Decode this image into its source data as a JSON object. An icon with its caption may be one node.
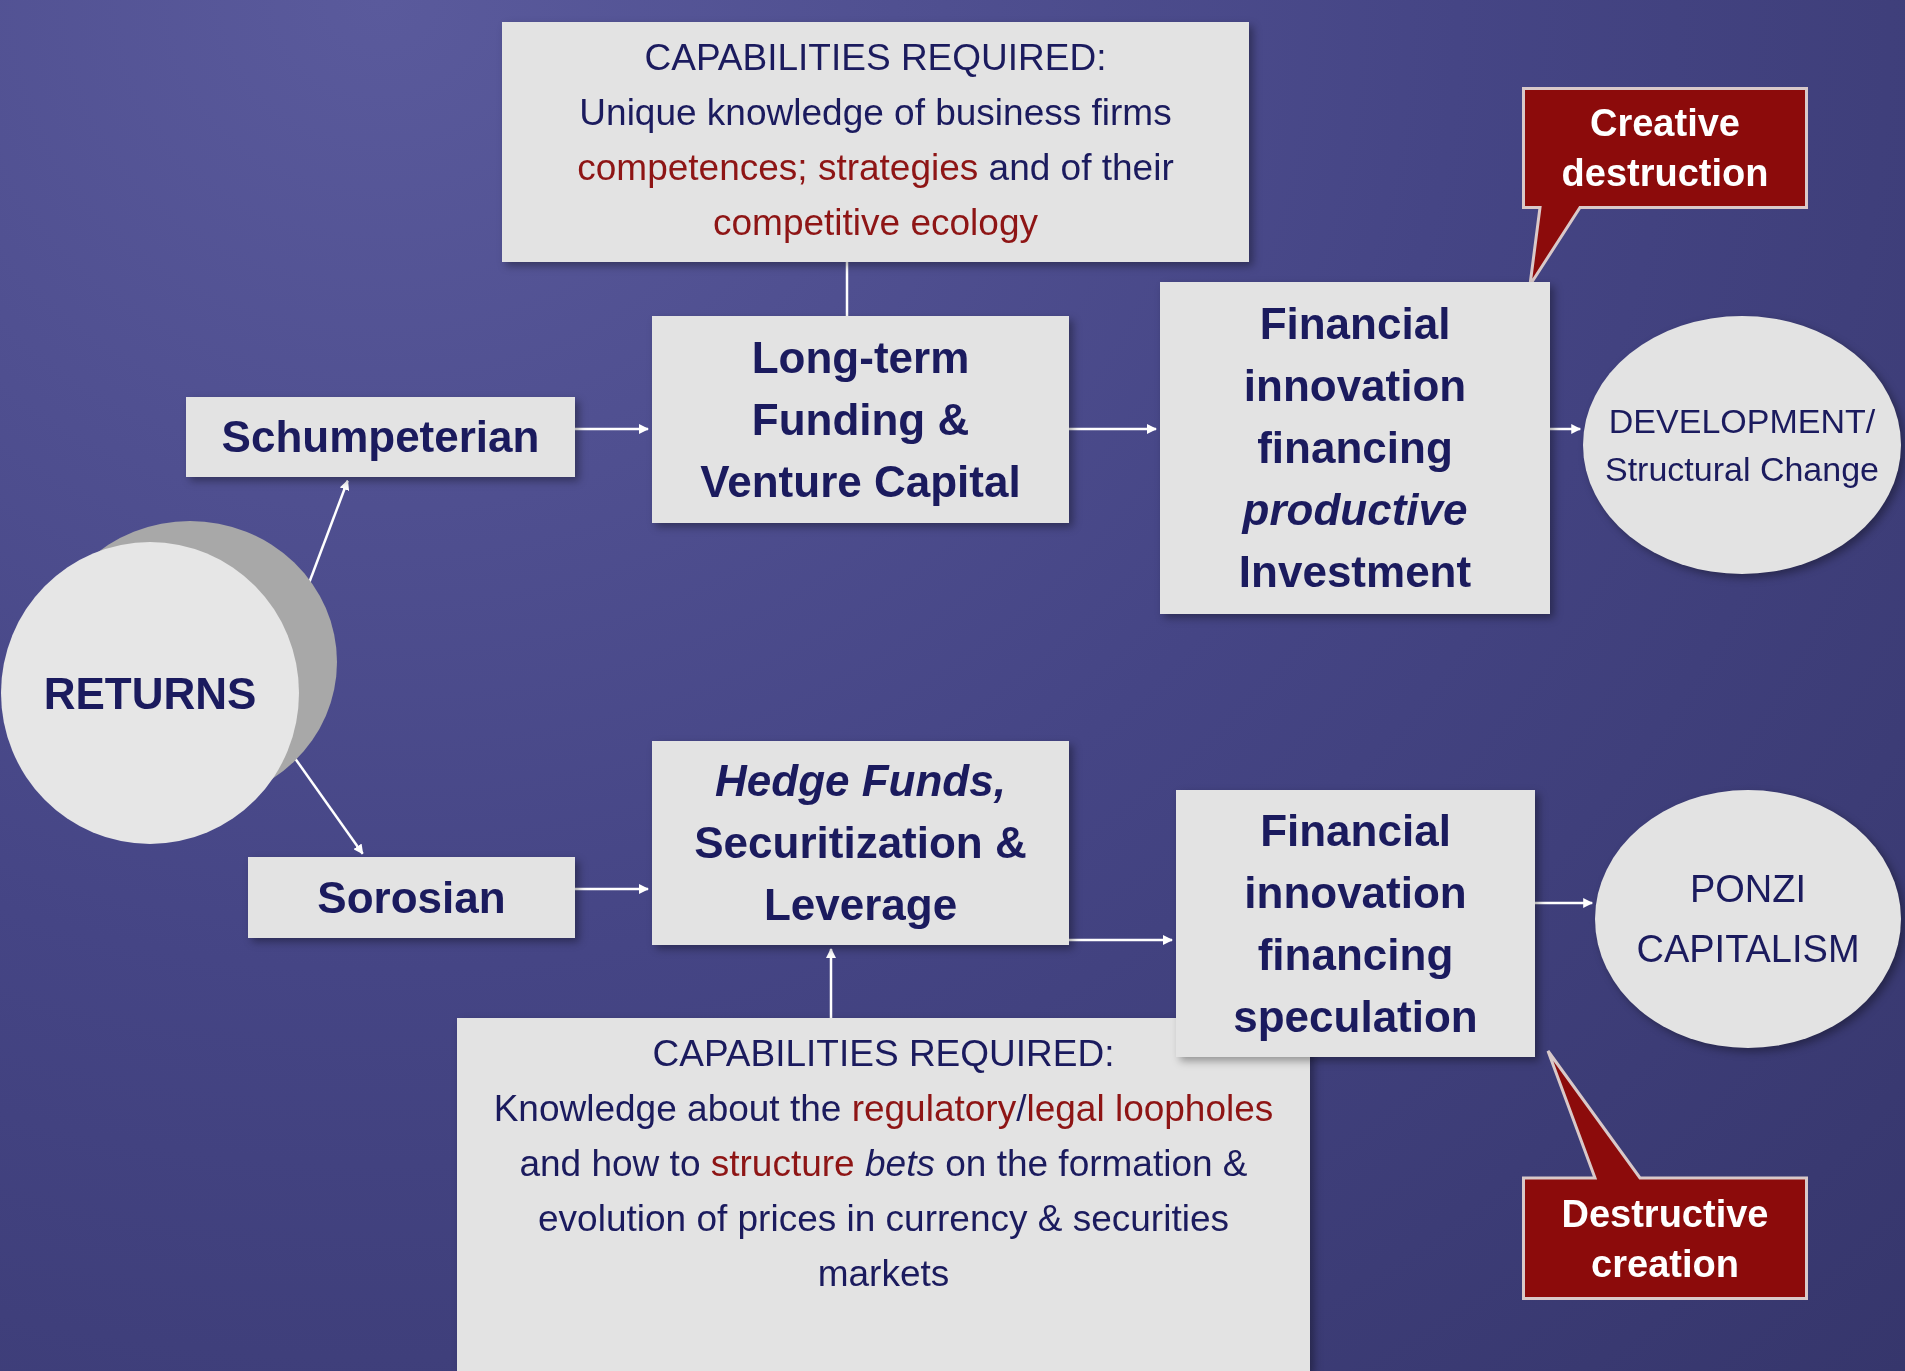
{
  "diagram": {
    "nodes": [
      {
        "text": [
          "CAPABILITIES REQUIRED:",
          "Unique knowledge of business firms **competences; strategies** and of their **competitive ecology**"
        ]
      },
      {
        "text": [
          "Creative destruction"
        ]
      },
      {
        "text": [
          "Schumpeterian"
        ]
      },
      {
        "text": [
          "Long-term Funding & Venture Capital"
        ]
      },
      {
        "text": [
          "Financial innovation financing *productive* Investment"
        ]
      },
      {
        "text": [
          "DEVELOPMENT/ Structural Change"
        ]
      },
      {
        "text": [
          "RETURNS"
        ]
      },
      {
        "text": [
          "Sorosian"
        ]
      },
      {
        "text": [
          "*Hedge Funds,* Securitization & Leverage"
        ]
      },
      {
        "text": [
          "Financial innovation financing speculation"
        ]
      },
      {
        "text": [
          "PONZI CAPITALISM"
        ]
      },
      {
        "text": [
          "CAPABILITIES REQUIRED:",
          "Knowledge about the **regulatory**/**legal loopholes** and how to **structure** *bets* on the formation & evolution of prices in currency & securities markets"
        ]
      },
      {
        "text": [
          "Destructive creation"
        ]
      }
    ],
    "edges": [
      {
        "from": 0,
        "to": 3,
        "arrow": "none"
      },
      {
        "from": 2,
        "to": 3,
        "arrow": "to"
      },
      {
        "from": 3,
        "to": 4,
        "arrow": "to"
      },
      {
        "from": 4,
        "to": 5,
        "arrow": "to"
      },
      {
        "from": 6,
        "to": 2,
        "arrow": "to"
      },
      {
        "from": 6,
        "to": 7,
        "arrow": "to"
      },
      {
        "from": 7,
        "to": 8,
        "arrow": "to"
      },
      {
        "from": 8,
        "to": 9,
        "arrow": "to"
      },
      {
        "from": 9,
        "to": 10,
        "arrow": "to"
      },
      {
        "from": 11,
        "to": 8,
        "arrow": "to"
      }
    ]
  }
}
